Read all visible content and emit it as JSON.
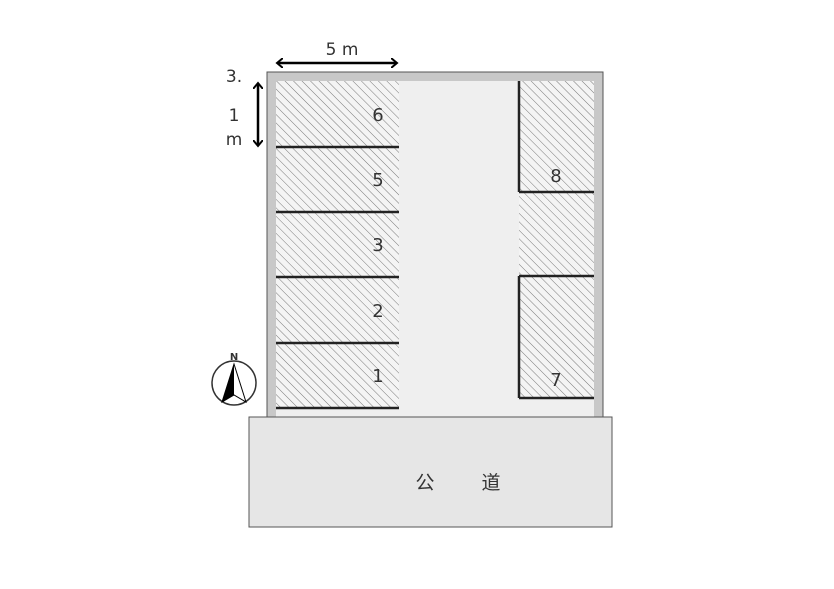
{
  "dimensions": {
    "width_label": "5 m",
    "depth_label_parts": [
      "3.",
      "1",
      "m"
    ]
  },
  "spaces_left": [
    {
      "number": "6"
    },
    {
      "number": "5"
    },
    {
      "number": "3"
    },
    {
      "number": "2"
    },
    {
      "number": "1"
    }
  ],
  "spaces_right": [
    {
      "number": "8"
    },
    {
      "number": "7"
    }
  ],
  "road": {
    "label_parts": [
      "公",
      "道"
    ]
  },
  "compass": {
    "label": "N"
  },
  "colors": {
    "lot_border": "#c8c8c8",
    "lot_inner": "#efefef",
    "road": "#e6e6e6",
    "hatch_bg": "#f4f4f4",
    "hatch_line": "#7a7a7a",
    "divider": "#222222",
    "label": "#333333"
  }
}
